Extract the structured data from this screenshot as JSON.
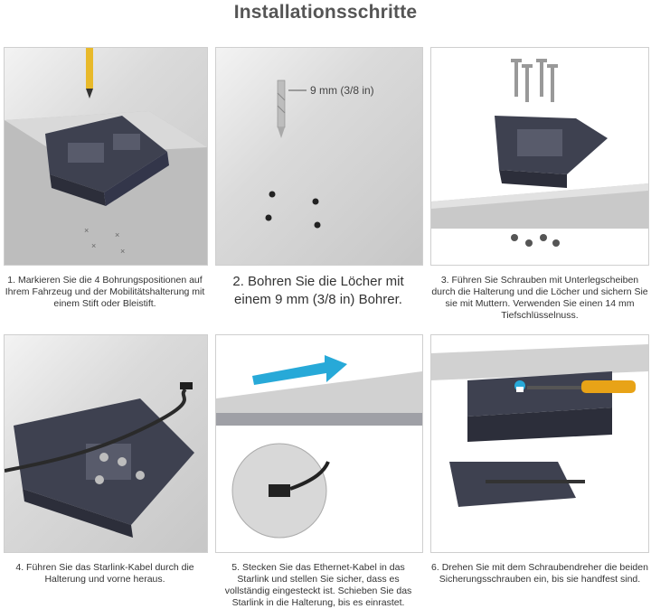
{
  "title": "Installationsschritte",
  "steps": [
    {
      "caption": "1. Markieren Sie die 4 Bohrungspositionen auf Ihrem Fahrzeug und der Mobilitätshalterung mit einem Stift oder Bleistift."
    },
    {
      "caption": "2. Bohren Sie die Löcher mit einem 9 mm (3/8 in) Bohrer.",
      "drill_label": "9 mm (3/8 in)"
    },
    {
      "caption": "3. Führen Sie Schrauben mit Unterlegscheiben durch die Halterung und die Löcher und sichern Sie sie mit Muttern. Verwenden Sie einen 14 mm Tiefschlüsselnuss."
    },
    {
      "caption": "4. Führen Sie das Starlink-Kabel durch die Halterung und vorne heraus."
    },
    {
      "caption": "5. Stecken Sie das Ethernet-Kabel in das Starlink und stellen Sie sicher, dass es vollständig eingesteckt ist. Schieben Sie das Starlink in die Halterung, bis es einrastet."
    },
    {
      "caption": "6. Drehen Sie mit dem Schraubendreher die beiden Sicherungsschrauben ein, bis sie handfest sind."
    }
  ],
  "colors": {
    "mount": "#3e4150",
    "arrow": "#27a9d8",
    "handle": "#e8a317"
  }
}
